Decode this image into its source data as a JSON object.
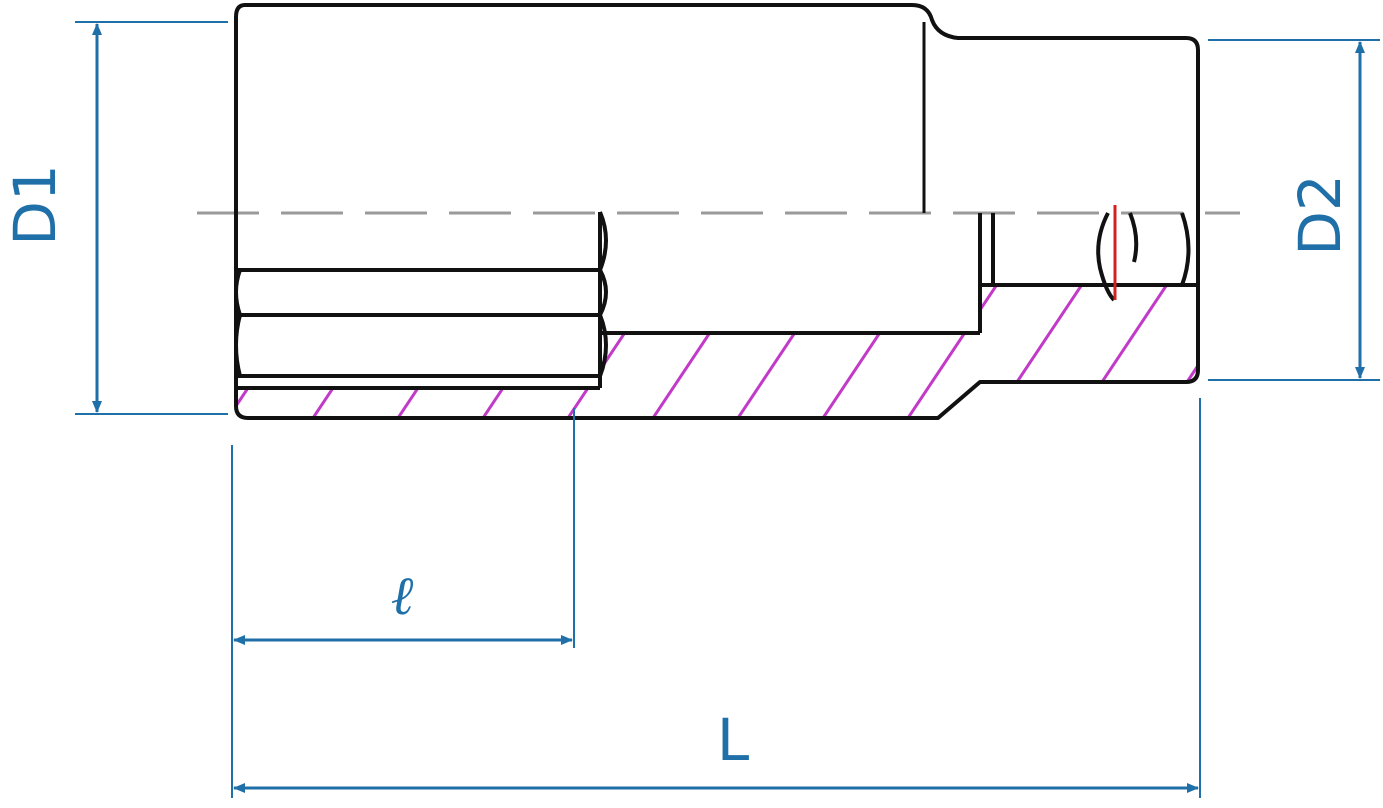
{
  "colors": {
    "outline": "#111111",
    "dimension": "#1f6fa8",
    "hatch": "#c23ac8",
    "centerline": "#9a9a9a",
    "detail_mark": "#d32020"
  },
  "labels": {
    "d1": "D1",
    "d2": "D2",
    "small_l": "ℓ",
    "big_l": "L"
  }
}
